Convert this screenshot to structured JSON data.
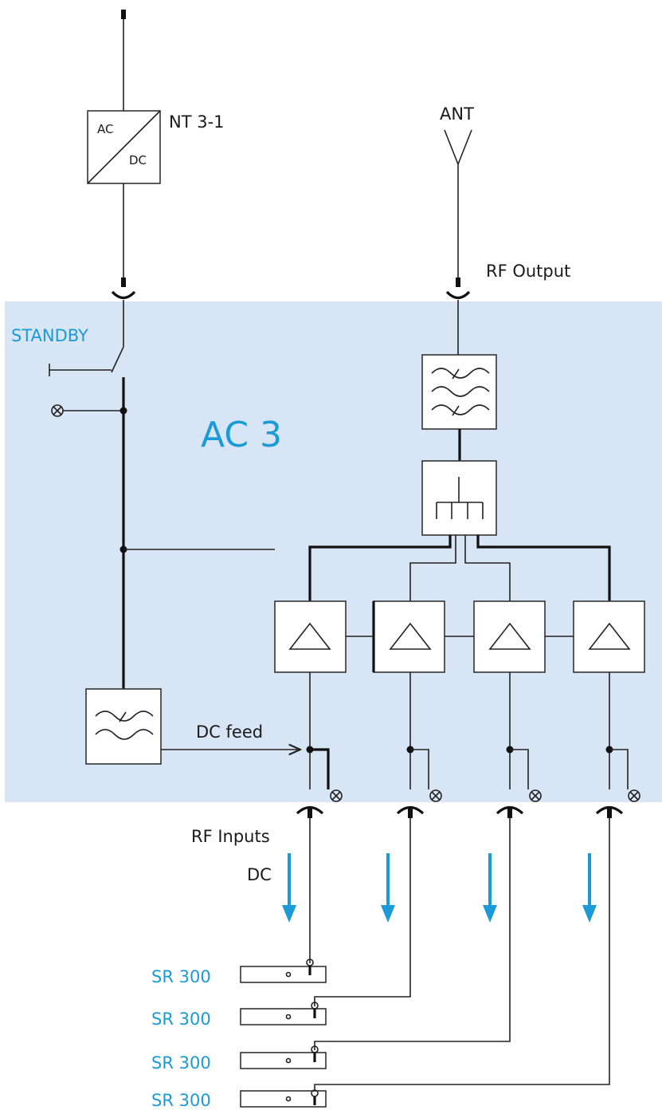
{
  "title": "AC 3",
  "power_supply": {
    "label": "NT 3-1",
    "ac_text": "AC",
    "dc_text": "DC"
  },
  "antenna": {
    "label": "ANT"
  },
  "rf_output_label": "RF Output",
  "standby_label": "STANDBY",
  "dc_feed_label": "DC feed",
  "rf_inputs_label": "RF Inputs",
  "dc_label": "DC",
  "receivers": [
    {
      "label": "SR 300"
    },
    {
      "label": "SR 300"
    },
    {
      "label": "SR 300"
    },
    {
      "label": "SR 300"
    }
  ],
  "colors": {
    "panel": "#d8e5f5",
    "accent": "#1a9bd7",
    "line": "#222222"
  }
}
